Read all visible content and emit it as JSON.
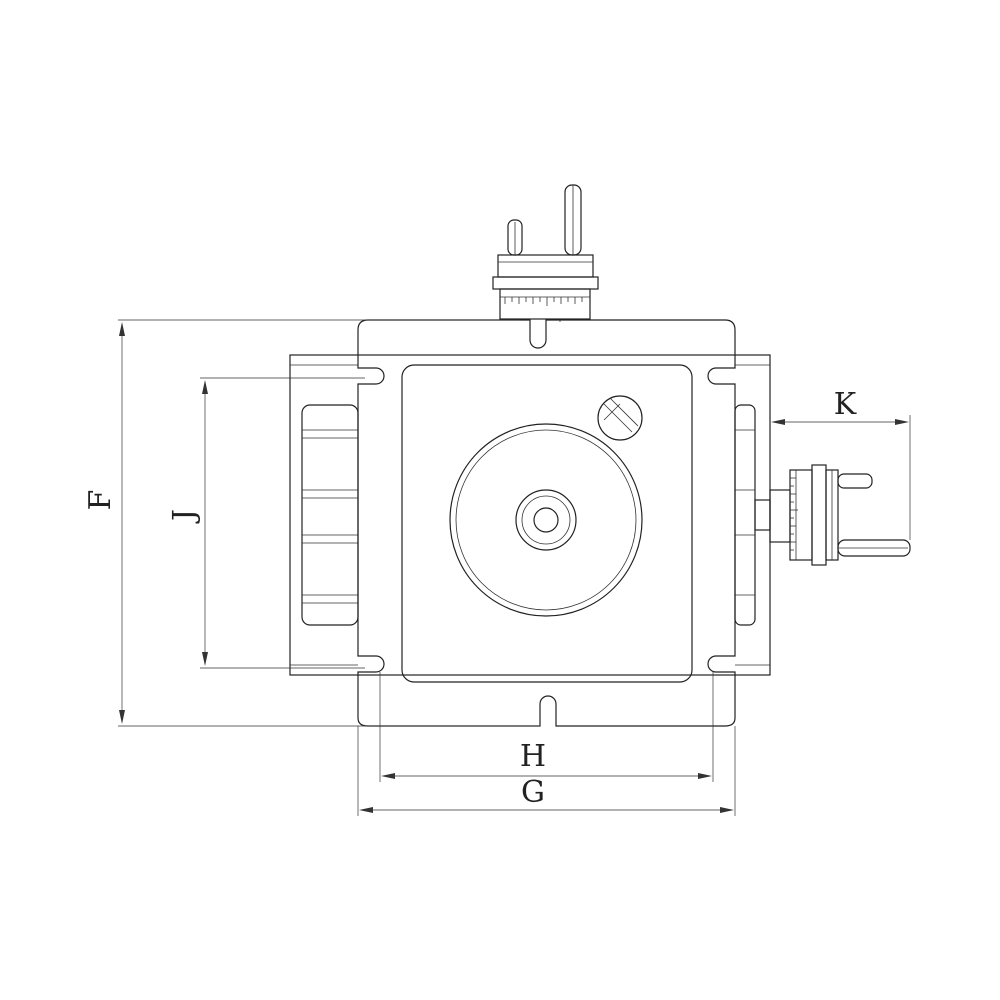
{
  "drawing": {
    "dimension_labels": {
      "F": "F",
      "J": "J",
      "H": "H",
      "G": "G",
      "K": "K"
    },
    "line_color": "#222222",
    "background": "#ffffff"
  }
}
